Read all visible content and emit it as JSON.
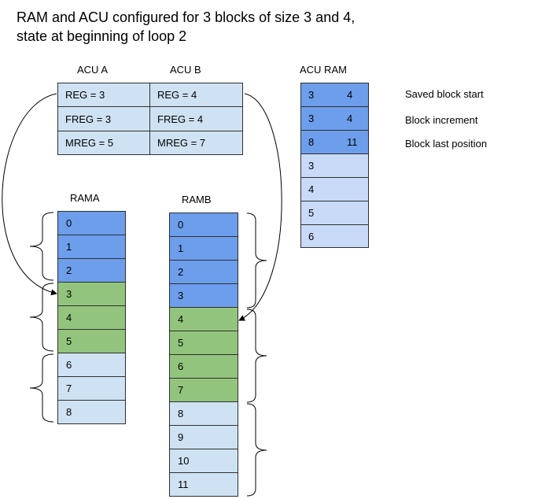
{
  "title_lines": [
    "RAM and ACU configured for 3 blocks of size 3 and 4,",
    "state at beginning of loop 2"
  ],
  "acu_a": {
    "header": "ACU A",
    "rows": [
      "REG = 3",
      "FREG = 3",
      "MREG = 5"
    ]
  },
  "acu_b": {
    "header": "ACU B",
    "rows": [
      "REG = 4",
      "FREG = 4",
      "MREG = 7"
    ]
  },
  "acu_ram": {
    "header": "ACU RAM",
    "rows": [
      {
        "a": "3",
        "b": "4",
        "color": "#6d9eeb"
      },
      {
        "a": "3",
        "b": "4",
        "color": "#6d9eeb"
      },
      {
        "a": "8",
        "b": "11",
        "color": "#6d9eeb"
      },
      {
        "a": "3",
        "b": "",
        "color": "#c9daf8"
      },
      {
        "a": "4",
        "b": "",
        "color": "#c9daf8"
      },
      {
        "a": "5",
        "b": "",
        "color": "#c9daf8"
      },
      {
        "a": "6",
        "b": "",
        "color": "#c9daf8"
      }
    ],
    "row_labels": [
      "Saved block start",
      "Block increment",
      "Block last position"
    ]
  },
  "rama": {
    "header": "RAMA",
    "cells": [
      {
        "value": "0",
        "fill": "dark"
      },
      {
        "value": "1",
        "fill": "dark"
      },
      {
        "value": "2",
        "fill": "dark"
      },
      {
        "value": "3",
        "fill": "green"
      },
      {
        "value": "4",
        "fill": "green"
      },
      {
        "value": "5",
        "fill": "green"
      },
      {
        "value": "6",
        "fill": "light"
      },
      {
        "value": "7",
        "fill": "light"
      },
      {
        "value": "8",
        "fill": "light"
      }
    ]
  },
  "ramb": {
    "header": "RAMB",
    "cells": [
      {
        "value": "0",
        "fill": "dark"
      },
      {
        "value": "1",
        "fill": "dark"
      },
      {
        "value": "2",
        "fill": "dark"
      },
      {
        "value": "3",
        "fill": "dark"
      },
      {
        "value": "4",
        "fill": "green"
      },
      {
        "value": "5",
        "fill": "green"
      },
      {
        "value": "6",
        "fill": "green"
      },
      {
        "value": "7",
        "fill": "green"
      },
      {
        "value": "8",
        "fill": "light"
      },
      {
        "value": "9",
        "fill": "light"
      },
      {
        "value": "10",
        "fill": "light"
      },
      {
        "value": "11",
        "fill": "light"
      }
    ]
  },
  "colors": {
    "dark_blue": "#6d9eeb",
    "green": "#93c47d",
    "light_blue": "#cfe2f3",
    "acu_ram_light": "#c9daf8"
  }
}
